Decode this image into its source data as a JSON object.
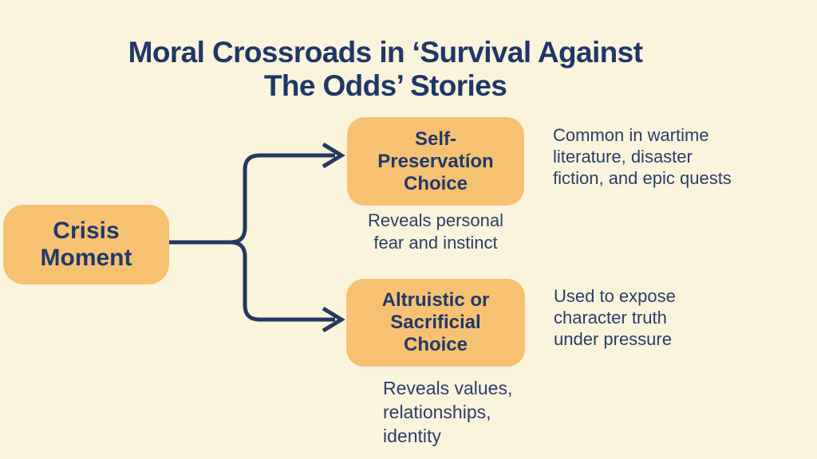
{
  "title": {
    "line1": "Moral Crossroads in ‘Survival Against",
    "line2": "The Odds’ Stories"
  },
  "colors": {
    "background": "#FBF4DD",
    "box_fill": "#F7C172",
    "title_text": "#1F3767",
    "body_text": "#2A3E68",
    "connector": "#25395E"
  },
  "root_node": {
    "lines": [
      "Crisis",
      "Moment"
    ]
  },
  "branches": [
    {
      "id": "self-preservation",
      "box_lines": [
        "Self-",
        "Preservatíon",
        "Choice"
      ],
      "caption_lines": [
        "Reveals personal",
        "fear and instinct"
      ],
      "note_lines": [
        "Common in wartime",
        "literature, disaster",
        "fiction, and epic quests"
      ]
    },
    {
      "id": "altruistic-sacrificial",
      "box_lines": [
        "Altruistic or",
        "Sacrificial",
        "Choice"
      ],
      "caption_lines": [
        "Reveals values,",
        "relationships,",
        "identity"
      ],
      "note_lines": [
        "Used to expose",
        "character truth",
        "under pressure"
      ]
    }
  ]
}
